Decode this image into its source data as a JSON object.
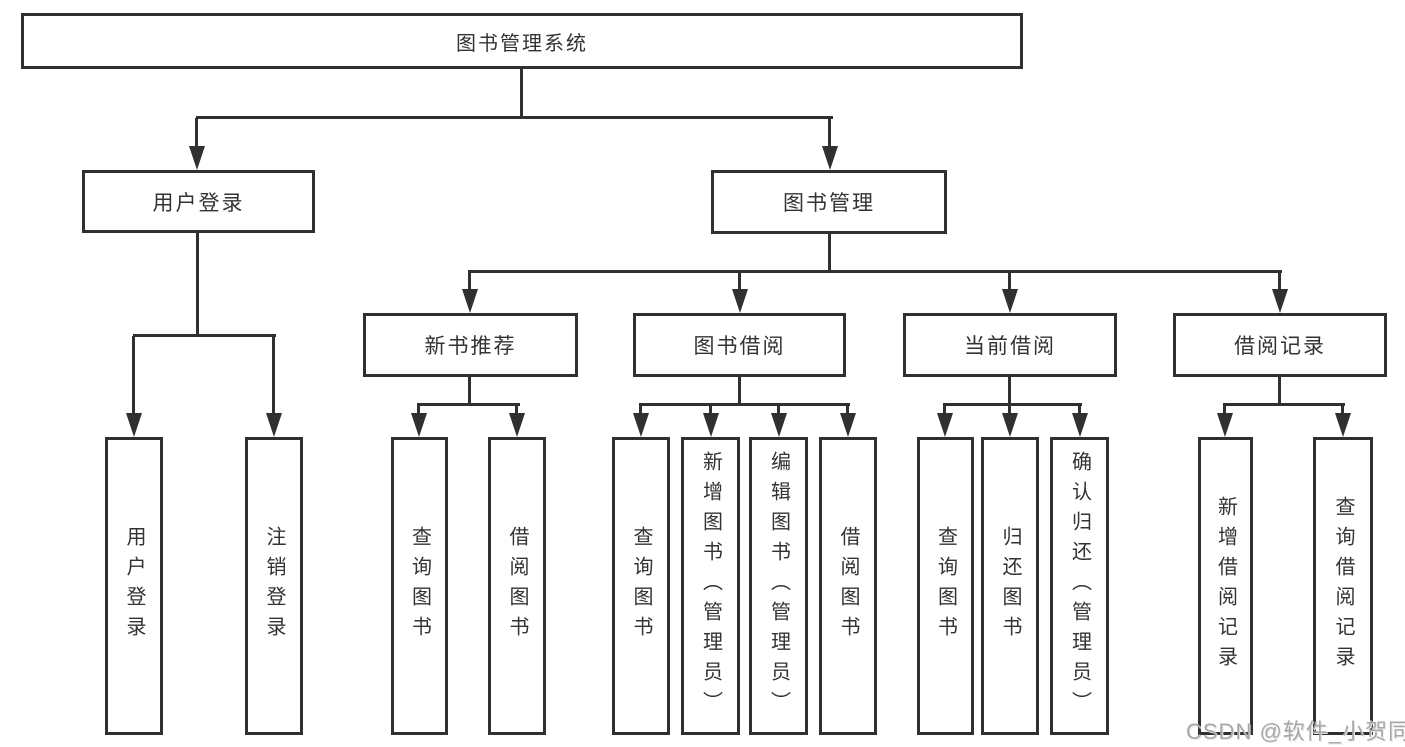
{
  "diagram": {
    "root": {
      "label": "图书管理系统"
    },
    "level2": [
      {
        "label": "用户登录",
        "parent": "图书管理系统"
      },
      {
        "label": "图书管理",
        "parent": "图书管理系统"
      }
    ],
    "level3": [
      {
        "label": "新书推荐",
        "parent": "图书管理"
      },
      {
        "label": "图书借阅",
        "parent": "图书管理"
      },
      {
        "label": "当前借阅",
        "parent": "图书管理"
      },
      {
        "label": "借阅记录",
        "parent": "图书管理"
      }
    ],
    "level4": [
      {
        "label": "用户登录",
        "parent": "用户登录"
      },
      {
        "label": "注销登录",
        "parent": "用户登录"
      },
      {
        "label": "查询图书",
        "parent": "新书推荐"
      },
      {
        "label": "借阅图书",
        "parent": "新书推荐"
      },
      {
        "label": "查询图书",
        "parent": "图书借阅"
      },
      {
        "label": "新增图书（管理员）",
        "parent": "图书借阅"
      },
      {
        "label": "编辑图书（管理员）",
        "parent": "图书借阅"
      },
      {
        "label": "借阅图书",
        "parent": "图书借阅"
      },
      {
        "label": "查询图书",
        "parent": "当前借阅"
      },
      {
        "label": "归还图书",
        "parent": "当前借阅"
      },
      {
        "label": "确认归还（管理员）",
        "parent": "当前借阅"
      },
      {
        "label": "新增借阅记录",
        "parent": "借阅记录"
      },
      {
        "label": "查询借阅记录",
        "parent": "借阅记录"
      }
    ]
  },
  "watermark": {
    "text": "CSDN @软件_小贺同学",
    "color": "#a8a8a8"
  },
  "colors": {
    "line": "#303030",
    "box_border": "#303030",
    "text": "#333333",
    "background": "#ffffff"
  }
}
